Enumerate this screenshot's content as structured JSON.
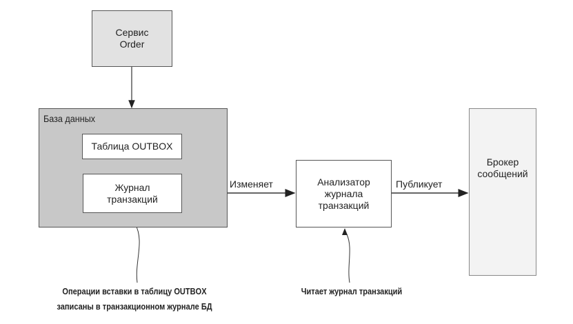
{
  "nodes": {
    "order_service": "Сервис Order",
    "database": "База данных",
    "outbox_table": "Таблица OUTBOX",
    "transaction_log": "Журнал транзакций",
    "log_analyzer": "Анализатор журнала транзакций",
    "message_broker": "Брокер сообщений"
  },
  "edges": {
    "modifies": "Изменяет",
    "publishes": "Публикует"
  },
  "annotations": {
    "insert_ops_line1": "Операции вставки в таблицу OUTBOX",
    "insert_ops_line2": "записаны в транзакционном журнале БД",
    "reads_log": "Читает журнал транзакций"
  },
  "colors": {
    "db_fill": "#c8c8c8",
    "order_fill": "#e2e2e2",
    "broker_fill": "#f3f3f3"
  }
}
